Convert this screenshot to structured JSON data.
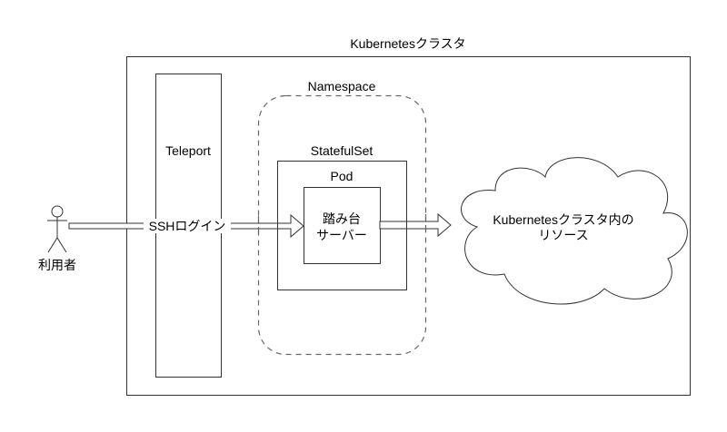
{
  "diagram": {
    "cluster": {
      "label": "Kubernetesクラスタ"
    },
    "actor": {
      "label": "利用者",
      "icon": "person-icon"
    },
    "teleport": {
      "label": "Teleport"
    },
    "namespace": {
      "label": "Namespace"
    },
    "statefulset": {
      "label": "StatefulSet"
    },
    "pod": {
      "label": "Pod"
    },
    "bastion": {
      "line1": "踏み台",
      "line2": "サーバー"
    },
    "ssh_arrow": {
      "label": "SSHログイン"
    },
    "resources": {
      "line1": "Kubernetesクラスタ内の",
      "line2": "リソース",
      "shape": "cloud"
    },
    "colors": {
      "stroke": "#333333",
      "dashed": "#666666",
      "fill": "#ffffff",
      "text": "#000000"
    }
  }
}
